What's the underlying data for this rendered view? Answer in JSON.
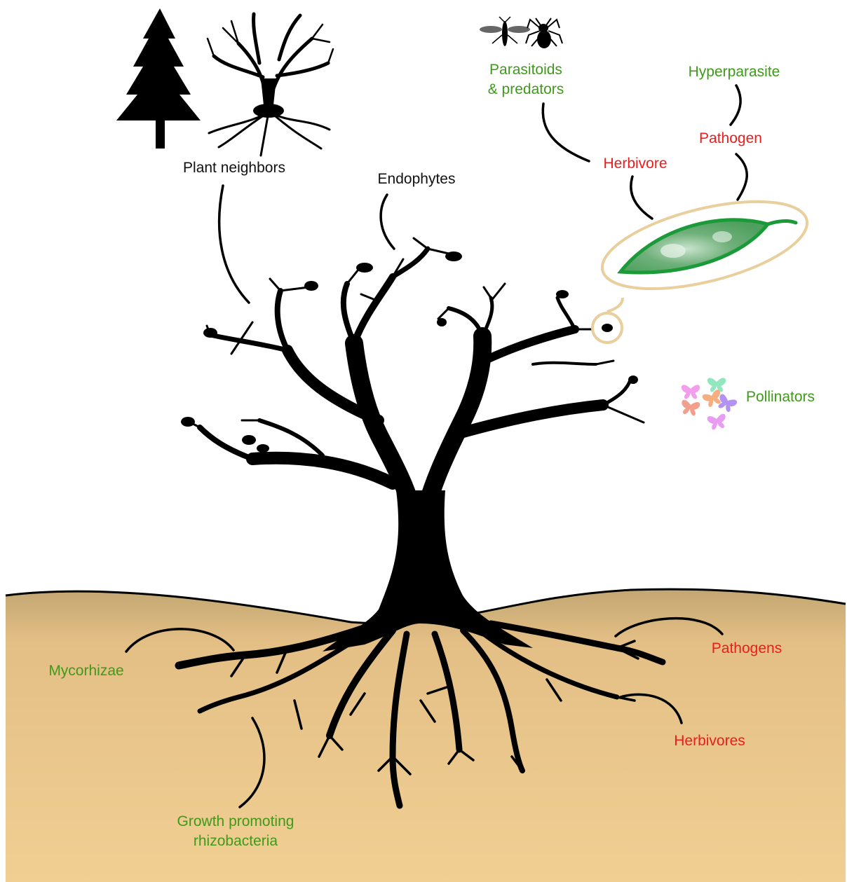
{
  "colors": {
    "beneficial": "#3f9a1a",
    "antagonist": "#ee1c1c",
    "neutral": "#111111",
    "soil_top": "#c2a672",
    "soil_bottom": "#f1cf93",
    "silhouette": "#000000",
    "callout_outline": "#e8cf9d",
    "leaf_fill": "#4fa05f",
    "leaf_edge": "#1c9a3a"
  },
  "icons": {
    "conifer": "conifer-tree-icon",
    "deciduous": "deciduous-tree-icon",
    "wasp": "wasp-icon",
    "spider": "spider-icon",
    "butterflies": "butterfly-cluster-icon",
    "leaf": "leaf-icon"
  },
  "labels": {
    "plant_neighbors": "Plant neighbors",
    "endophytes": "Endophytes",
    "parasitoids_line1": "Parasitoids",
    "parasitoids_line2": "& predators",
    "hyperparasite": "Hyperparasite",
    "pathogen": "Pathogen",
    "herbivore": "Herbivore",
    "pollinators": "Pollinators",
    "mycorhizae": "Mycorhizae",
    "pathogens": "Pathogens",
    "herbivores": "Herbivores",
    "rhizobacteria_line1": "Growth promoting",
    "rhizobacteria_line2": "rhizobacteria"
  }
}
